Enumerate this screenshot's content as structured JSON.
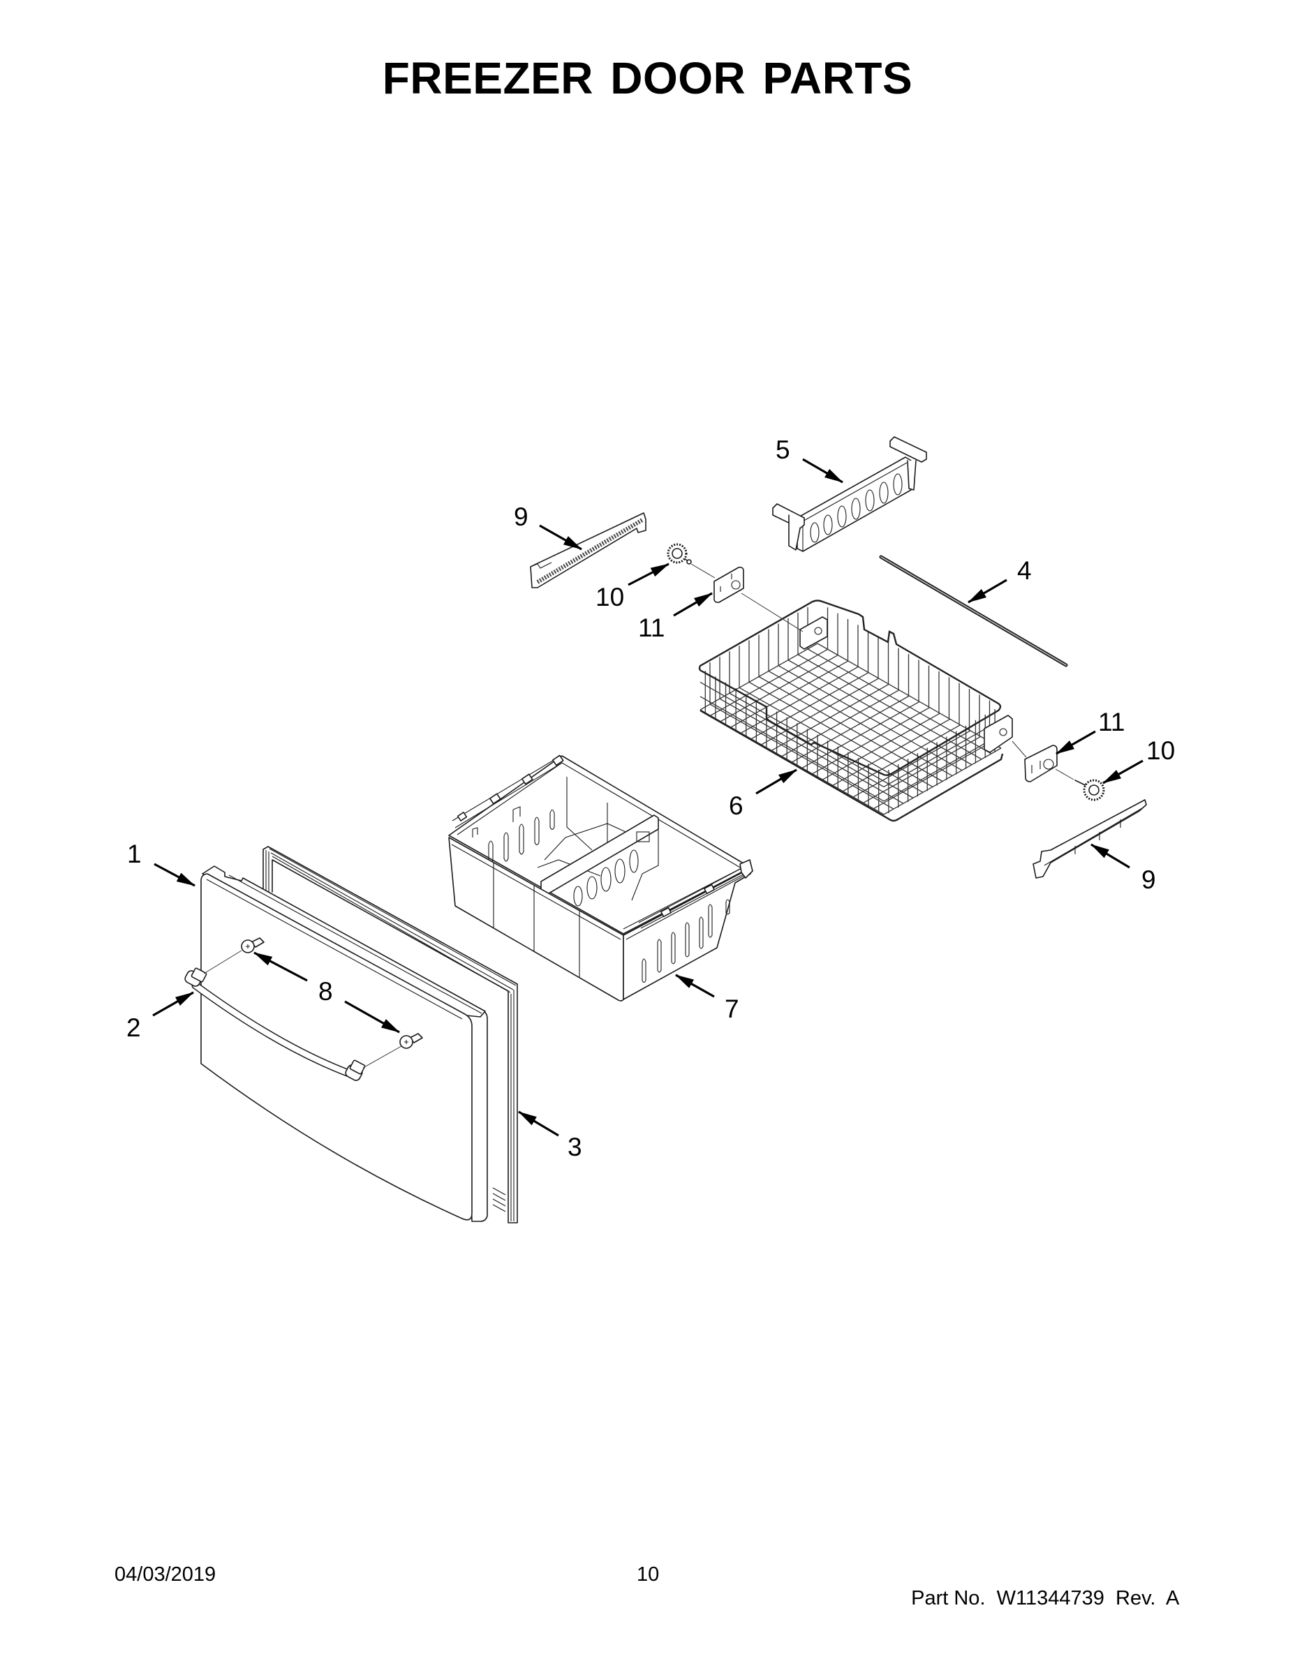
{
  "page": {
    "title": "FREEZER DOOR PARTS"
  },
  "diagram": {
    "parts": [
      {
        "item": "1",
        "name": "freezer-door"
      },
      {
        "item": "2",
        "name": "door-handle"
      },
      {
        "item": "3",
        "name": "door-gasket"
      },
      {
        "item": "4",
        "name": "rod"
      },
      {
        "item": "5",
        "name": "basket-divider"
      },
      {
        "item": "6",
        "name": "wire-basket"
      },
      {
        "item": "7",
        "name": "freezer-bin"
      },
      {
        "item": "8",
        "name": "handle-screw"
      },
      {
        "item": "9",
        "name": "slide-rail"
      },
      {
        "item": "10",
        "name": "gear"
      },
      {
        "item": "11",
        "name": "bracket"
      }
    ],
    "callouts": {
      "c1": "1",
      "c2": "2",
      "c3": "3",
      "c4": "4",
      "c5": "5",
      "c6": "6",
      "c7": "7",
      "c8": "8",
      "c9_top": "9",
      "c9_right": "9",
      "c10_top": "10",
      "c10_right": "10",
      "c11_top": "11",
      "c11_right": "11"
    },
    "colors": {
      "ink": "#000000",
      "background": "#ffffff"
    }
  },
  "footer": {
    "date": "04/03/2019",
    "page_number": "10",
    "part_no_label": "Part No.",
    "part_no": "W11344739",
    "rev_label": "Rev.",
    "rev": "A"
  }
}
